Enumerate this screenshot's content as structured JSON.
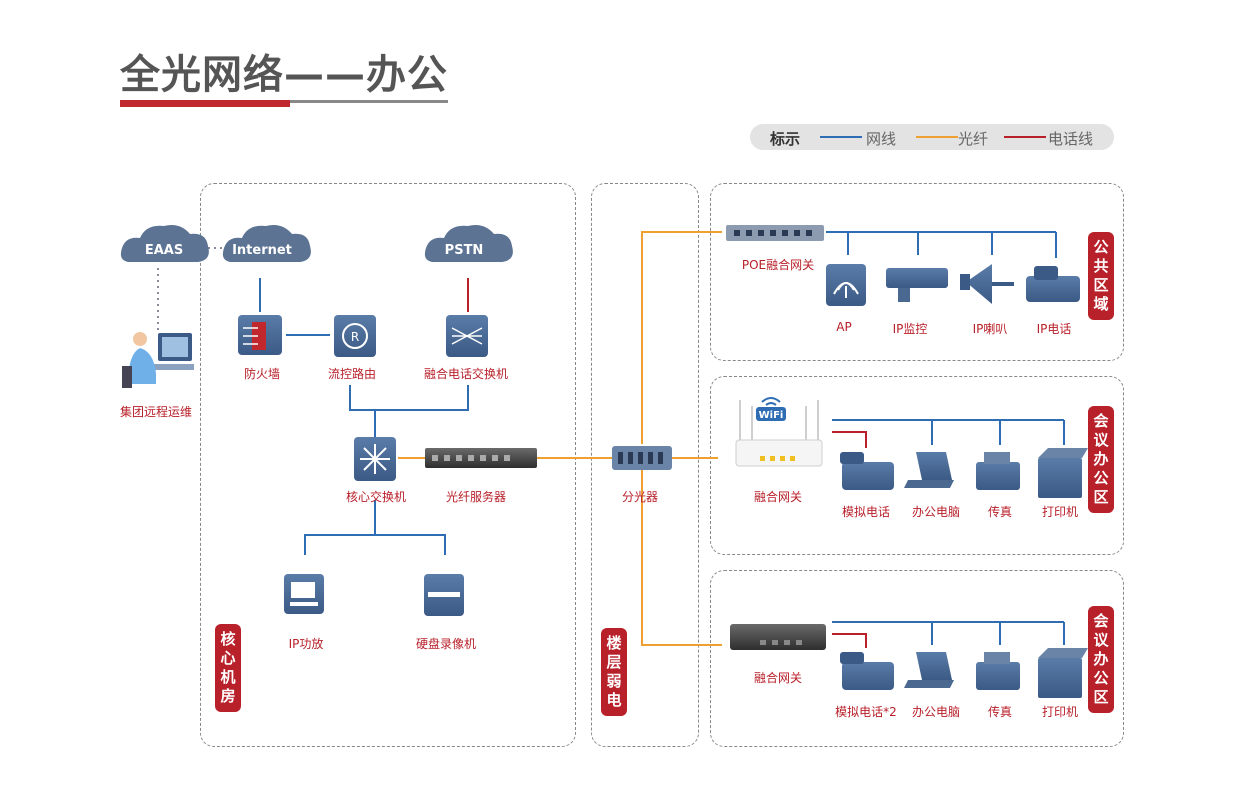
{
  "title": "全光网络——办公",
  "legend": {
    "title": "标示",
    "network_label": "网线",
    "fiber_label": "光纤",
    "phone_label": "电话线",
    "network_color": "#2e6db4",
    "fiber_color": "#f0a030",
    "phone_color": "#b8202a"
  },
  "zones": {
    "core": "核心机房",
    "floor": "楼层弱电",
    "public": "公共区域",
    "meeting1": "会议办公区",
    "meeting2": "会议办公区"
  },
  "clouds": {
    "eaas": "EAAS",
    "internet": "Internet",
    "pstn": "PSTN"
  },
  "labels": {
    "remote_ops": "集团远程运维",
    "firewall": "防火墙",
    "flow_router": "流控路由",
    "voice_switch": "融合电话交换机",
    "core_switch": "核心交换机",
    "fiber_server": "光纤服务器",
    "ip_amp": "IP功放",
    "nvr": "硬盘录像机",
    "splitter": "分光器",
    "poe_gateway": "POE融合网关",
    "ap": "AP",
    "ip_camera": "IP监控",
    "ip_speaker": "IP喇叭",
    "ip_phone": "IP电话",
    "gateway1": "融合网关",
    "wifi": "WiFi",
    "analog_phone": "模拟电话",
    "office_pc1": "办公电脑",
    "fax1": "传真",
    "printer1": "打印机",
    "gateway2": "融合网关",
    "analog_phone2": "模拟电话*2",
    "office_pc2": "办公电脑",
    "fax2": "传真",
    "printer2": "打印机"
  }
}
